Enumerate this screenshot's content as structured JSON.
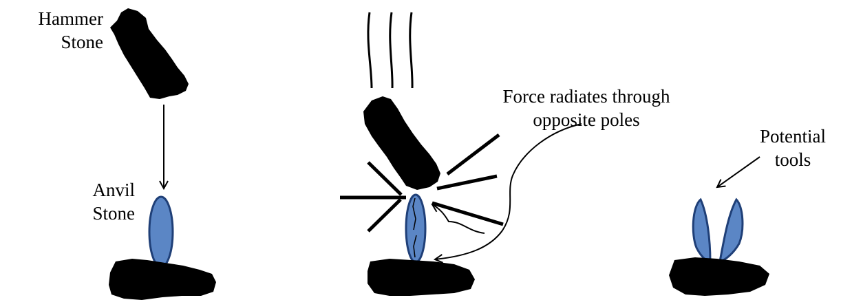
{
  "panels": {
    "setup": {
      "hammer_label": [
        "Hammer",
        "Stone"
      ],
      "anvil_label": [
        "Anvil",
        "Stone"
      ]
    },
    "impact": {
      "force_label": [
        "Force radiates through",
        "opposite poles"
      ]
    },
    "result": {
      "tools_label": [
        "Potential",
        "tools"
      ]
    }
  },
  "colors": {
    "stone_fill": "#5b86c5",
    "stone_outline": "#1f3f77",
    "silhouette": "#000000",
    "stroke": "#000000"
  }
}
